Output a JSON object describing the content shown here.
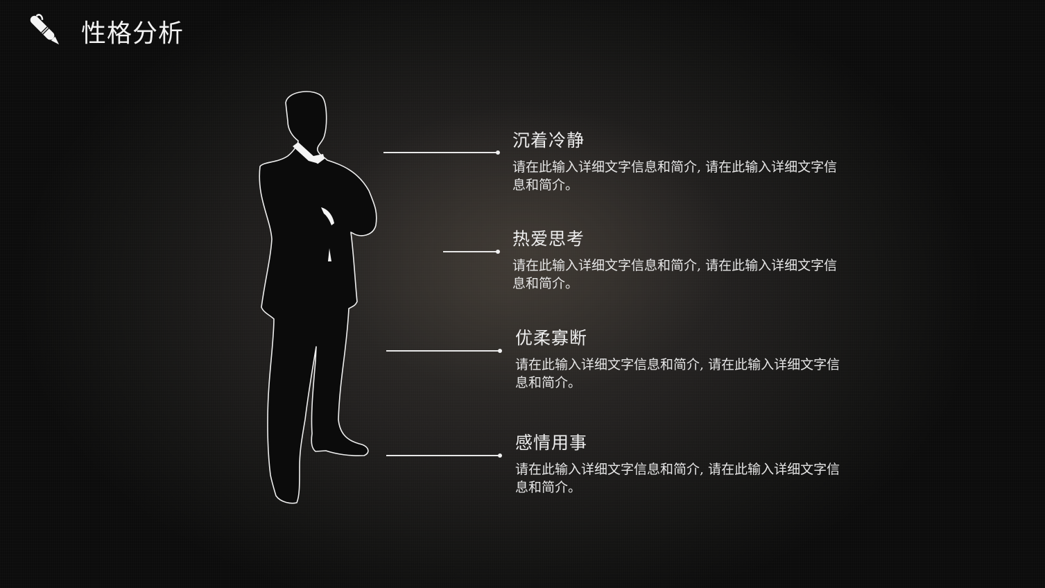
{
  "header": {
    "title": "性格分析",
    "icon": "pen-icon"
  },
  "figure": {
    "icon": "businessman-silhouette-icon"
  },
  "items": [
    {
      "title": "沉着冷静",
      "description": "请在此输入详细文字信息和简介, 请在此输入详细文字信息和简介。"
    },
    {
      "title": "热爱思考",
      "description": "请在此输入详细文字信息和简介, 请在此输入详细文字信息和简介。"
    },
    {
      "title": "优柔寡断",
      "description": "请在此输入详细文字信息和简介, 请在此输入详细文字信息和简介。"
    },
    {
      "title": "感情用事",
      "description": "请在此输入详细文字信息和简介, 请在此输入详细文字信息和简介。"
    }
  ],
  "colors": {
    "background": "#1c1b1a",
    "text": "#eeeeee",
    "line": "#e8e8e8"
  }
}
